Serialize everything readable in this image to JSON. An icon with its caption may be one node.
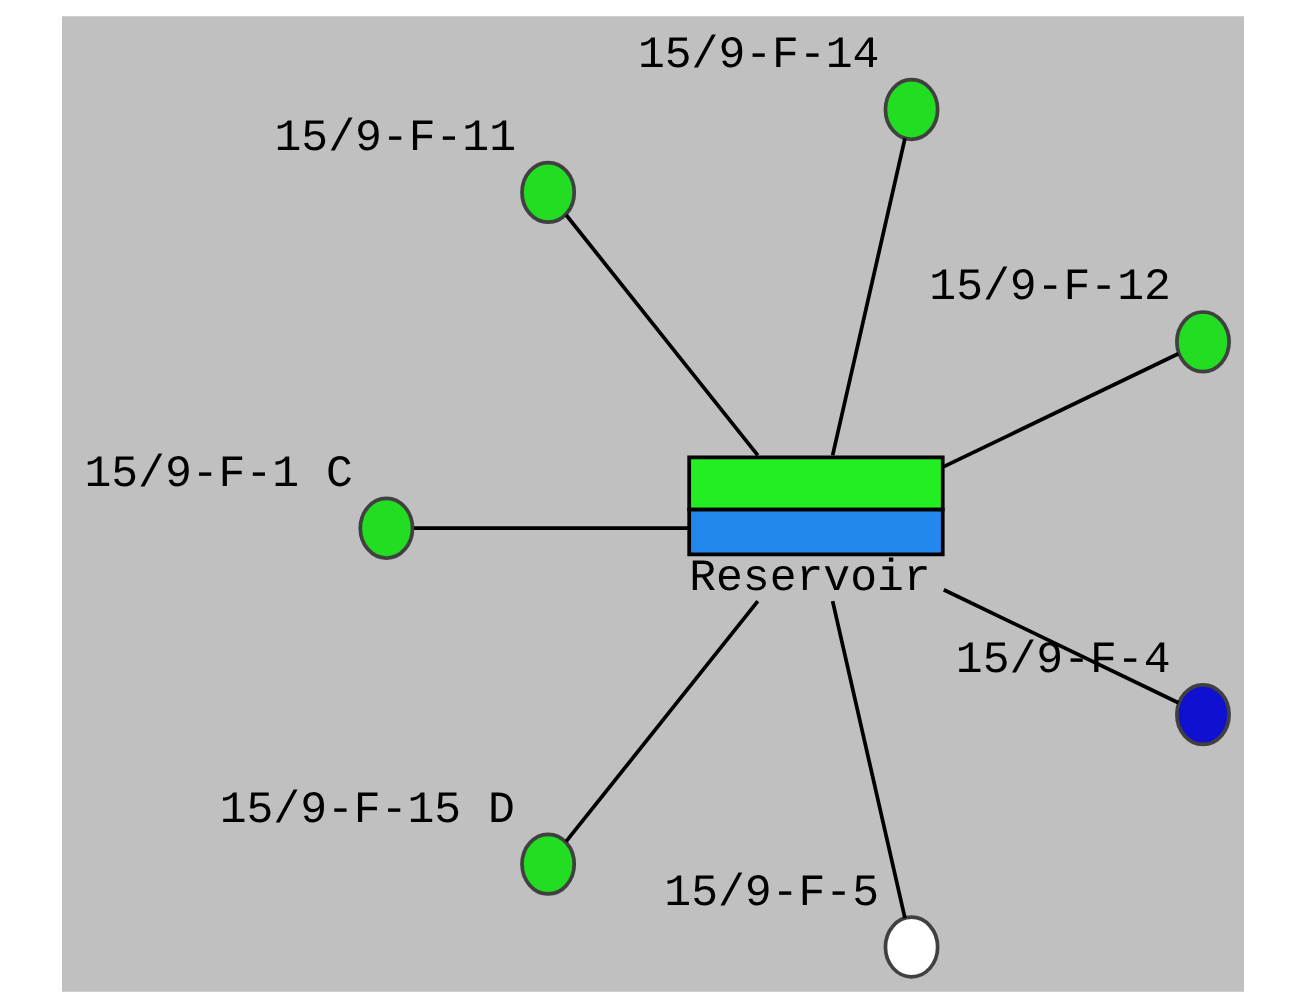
{
  "diagram": {
    "nodes": [
      {
        "text": [
          "15/9-F-12"
        ]
      },
      {
        "text": [
          "15/9-F-14"
        ]
      },
      {
        "text": [
          "15/9-F-11"
        ]
      },
      {
        "text": [
          "15/9-F-1 C"
        ]
      },
      {
        "text": [
          "15/9-F-15 D"
        ]
      },
      {
        "text": [
          "Reservoir"
        ]
      },
      {
        "text": [
          "15/9-F-5"
        ]
      },
      {
        "text": [
          "15/9-F-4"
        ]
      }
    ],
    "edges": [
      {
        "from": 5,
        "to": 0,
        "arrow": "none"
      },
      {
        "from": 5,
        "to": 1,
        "arrow": "none"
      },
      {
        "from": 5,
        "to": 2,
        "arrow": "none"
      },
      {
        "from": 5,
        "to": 3,
        "arrow": "none"
      },
      {
        "from": 5,
        "to": 4,
        "arrow": "none"
      },
      {
        "from": 5,
        "to": 6,
        "arrow": "none"
      },
      {
        "from": 5,
        "to": 7,
        "arrow": "none"
      }
    ]
  }
}
